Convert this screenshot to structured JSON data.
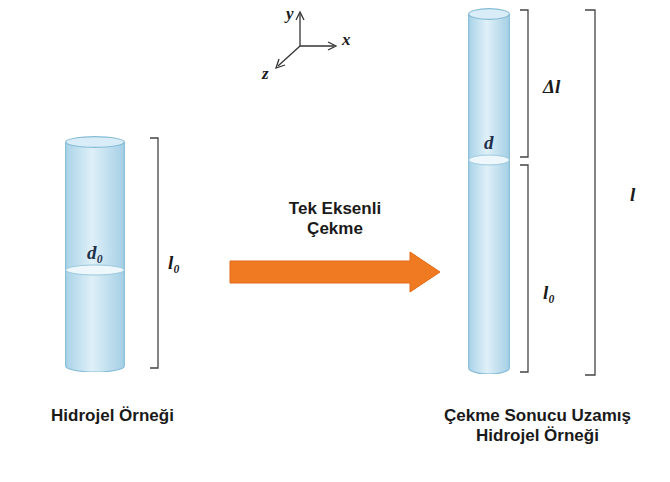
{
  "diagram": {
    "nodes": [
      {
        "text": [
          "d₀"
        ]
      },
      {
        "text": [
          "d"
        ]
      }
    ],
    "edges": [
      {
        "from": 0,
        "to": 1,
        "arrow": "to",
        "label": "Tek Eksenli Çekme"
      }
    ],
    "labels": [
      "l₀",
      "Δl",
      "l₀",
      "l",
      "y",
      "x",
      "z",
      "Hidrojel Örneği",
      "Çekme Sonucu Uzamış Hidrojel Örneği"
    ]
  }
}
